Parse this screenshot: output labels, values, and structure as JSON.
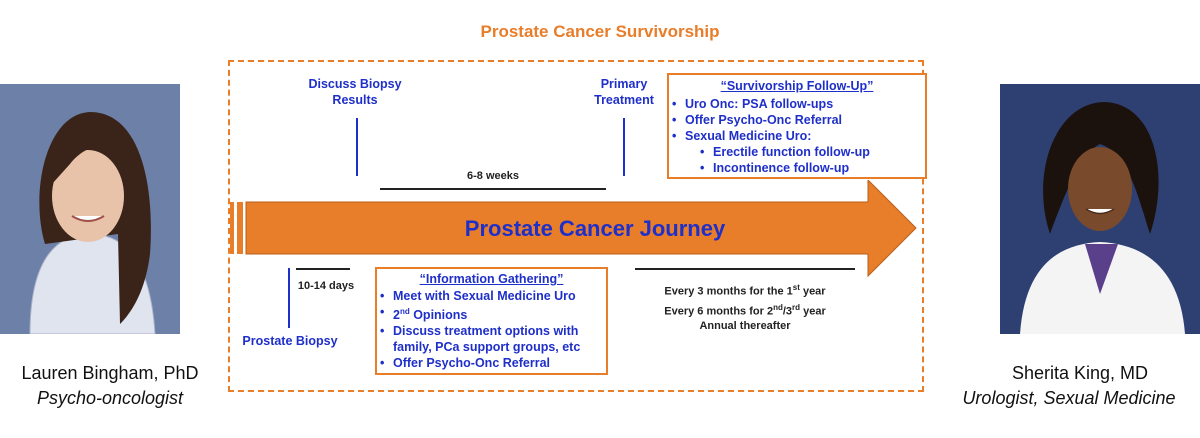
{
  "title": "Prostate Cancer Survivorship",
  "journey_label": "Prostate Cancer Journey",
  "colors": {
    "accent": "#e87d2a",
    "text_blue": "#1f2fc9"
  },
  "top_labels": {
    "discuss_biopsy": "Discuss Biopsy Results",
    "primary_treatment": "Primary Treatment",
    "interval_top": "6-8 weeks"
  },
  "bottom_labels": {
    "prostate_biopsy": "Prostate Biopsy",
    "interval_bottom": "10-14 days",
    "followup_schedule": {
      "line1_pre": "Every 3 months for the 1",
      "line1_sup": "st",
      "line1_post": " year",
      "line2_pre": "Every 6 months for 2",
      "line2_sup1": "nd",
      "line2_mid": "/3",
      "line2_sup2": "rd",
      "line2_post": " year",
      "line3": "Annual thereafter"
    }
  },
  "survivorship_box": {
    "heading": "“Survivorship Follow-Up”",
    "items": [
      "Uro Onc: PSA follow-ups",
      "Offer Psycho-Onc Referral",
      "Sexual Medicine Uro:"
    ],
    "sub_items": [
      "Erectile function follow-up",
      "Incontinence follow-up"
    ]
  },
  "info_box": {
    "heading": "“Information Gathering”",
    "item1": "Meet with Sexual Medicine Uro",
    "item2_pre": "2",
    "item2_sup": "nd",
    "item2_post": " Opinions",
    "item3": "Discuss treatment options with family, PCa support groups, etc",
    "item4": "Offer Psycho-Onc Referral"
  },
  "left_person": {
    "name": "Lauren Bingham, PhD",
    "role": "Psycho-oncologist"
  },
  "right_person": {
    "name": "Sherita King, MD",
    "role": "Urologist, Sexual Medicine"
  }
}
